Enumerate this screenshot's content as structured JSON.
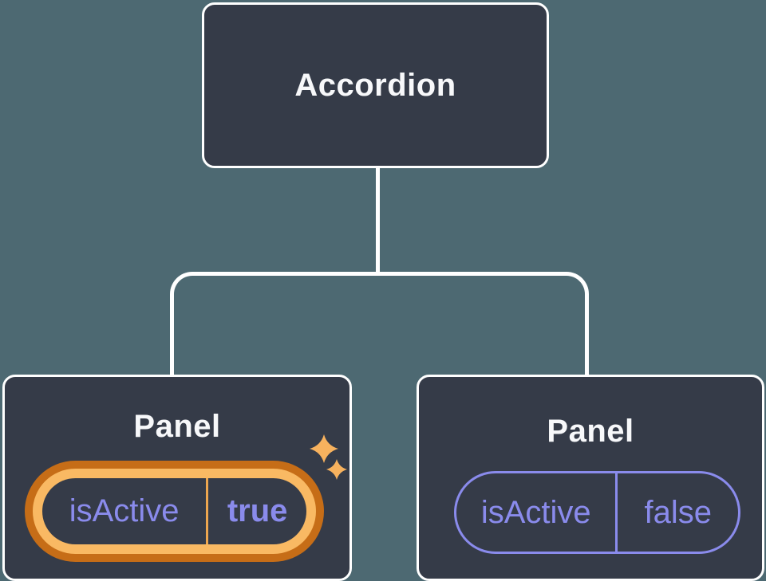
{
  "palette": {
    "background": "#4d6972",
    "node_fill": "#353b48",
    "node_border": "#ffffff",
    "connector": "#ffffff",
    "label_text": "#f7f8fa",
    "state_text": "#8a8bec",
    "highlight_ring_outer": "#c66d17",
    "highlight_ring_inner": "#f9b963",
    "highlight_divider": "#eda64f",
    "sparkle": "#f7b25e"
  },
  "tree": {
    "root": {
      "label": "Accordion"
    },
    "children": [
      {
        "label": "Panel",
        "prop": {
          "name": "isActive",
          "value": "true"
        },
        "highlighted": true
      },
      {
        "label": "Panel",
        "prop": {
          "name": "isActive",
          "value": "false"
        },
        "highlighted": false
      }
    ]
  }
}
